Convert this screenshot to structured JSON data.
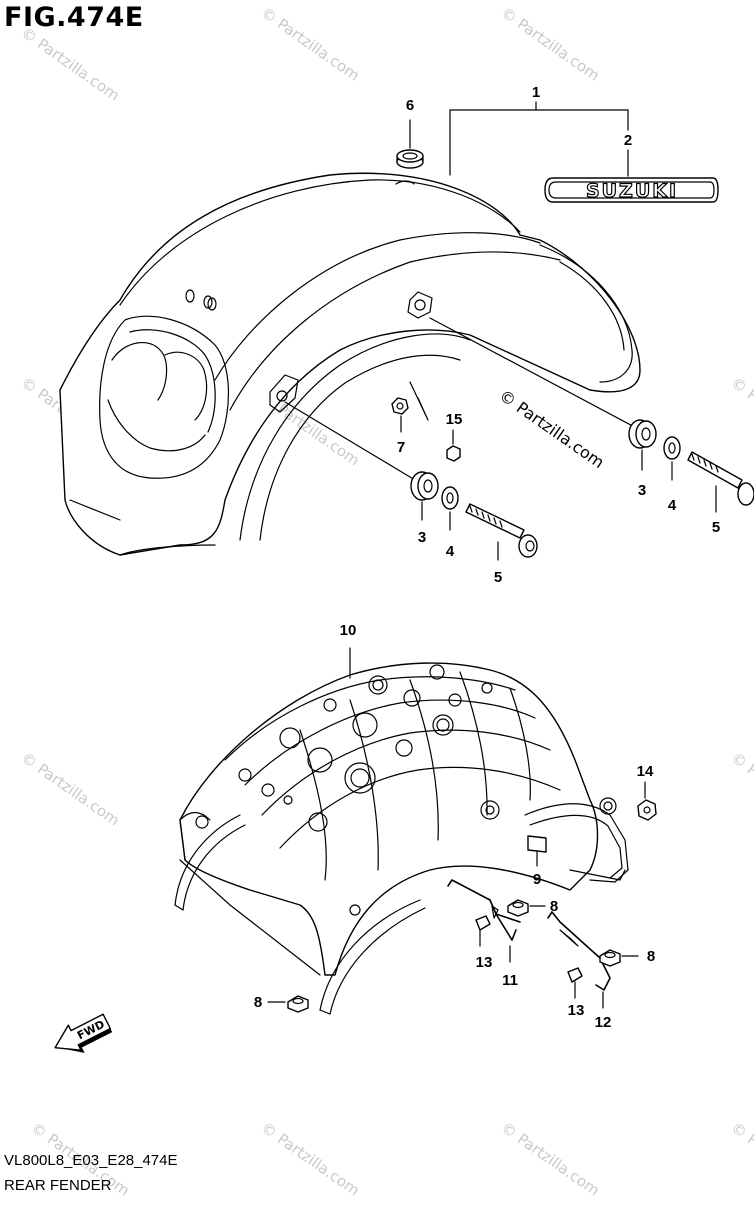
{
  "figure": {
    "title": "FIG.474E",
    "code": "VL800L8_E03_E28_474E",
    "name": "REAR FENDER"
  },
  "emblem_text": "SUZUKI",
  "fwd_label": "FWD",
  "watermark": "© Partzilla.com",
  "callouts": {
    "c1": "1",
    "c2": "2",
    "c3a": "3",
    "c3b": "3",
    "c4a": "4",
    "c4b": "4",
    "c5a": "5",
    "c5b": "5",
    "c6": "6",
    "c7": "7",
    "c8a": "8",
    "c8b": "8",
    "c8c": "8",
    "c9": "9",
    "c10": "10",
    "c11": "11",
    "c12": "12",
    "c13a": "13",
    "c13b": "13",
    "c14": "14",
    "c15": "15"
  }
}
